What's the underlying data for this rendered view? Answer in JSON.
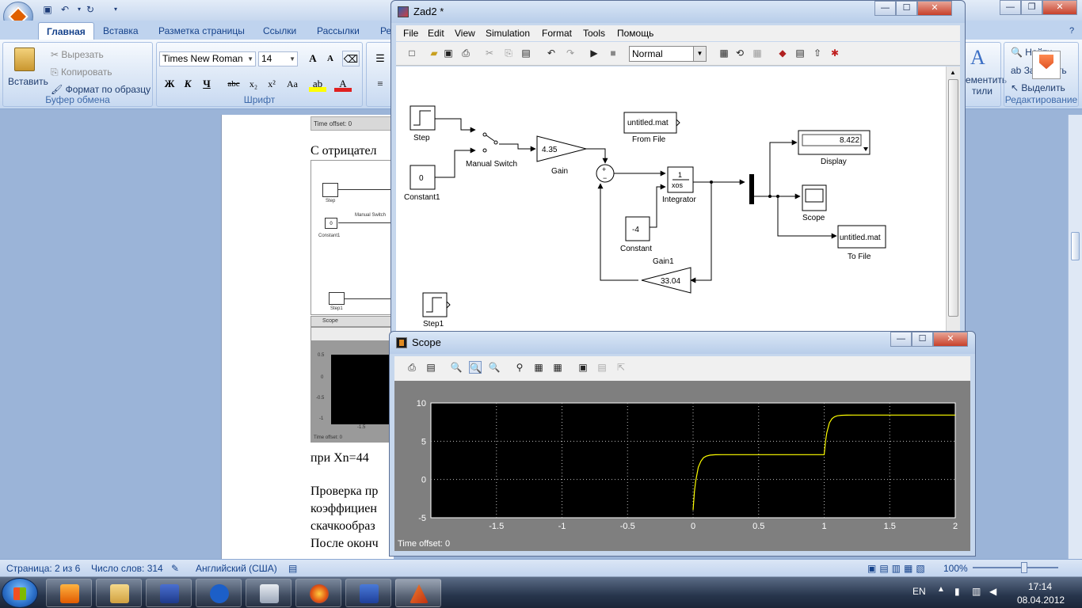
{
  "word": {
    "tabs": [
      "Главная",
      "Вставка",
      "Разметка страницы",
      "Ссылки",
      "Рассылки",
      "Ре"
    ],
    "clipboard": {
      "paste": "Вставить",
      "cut": "Вырезать",
      "copy": "Копировать",
      "format_painter": "Формат по образцу",
      "label": "Буфер обмена"
    },
    "font": {
      "family": "Times New Roman",
      "size": "14",
      "label": "Шрифт",
      "grow": "A",
      "shrink": "A",
      "bold": "Ж",
      "italic": "К",
      "underline": "Ч",
      "strike": "abc",
      "sub": "x₂",
      "sup": "x²",
      "case": "Aa"
    },
    "right": {
      "styles_a": "ементить",
      "styles_b": "тили",
      "find": "Найти",
      "replace": "Заменить",
      "select": "Выделить",
      "editing_label": "Редактирование"
    },
    "doc": {
      "timeoff_top": "Time offset:   0",
      "line1": "С отрицател",
      "line2": "при Xn=44",
      "line3": "Проверка пр",
      "line4": "коэффициен",
      "line5": "скачкообраз",
      "line6": "После оконч",
      "embed_step": "Step",
      "embed_const": "0",
      "embed_const_lbl": "Constant1",
      "embed_manual": "Manual Switch",
      "embed_step1": "Step1",
      "embed_scope": "Scope",
      "embed_timeoff": "Time offset:  0",
      "embed_ticks": [
        "0.5",
        "0",
        "-0.5",
        "-1",
        "-1.5"
      ]
    },
    "status": {
      "page": "Страница: 2 из 6",
      "words": "Число слов: 314",
      "lang": "Английский (США)",
      "zoom": "100%"
    }
  },
  "simulink": {
    "title": "Zad2 *",
    "menu": [
      "File",
      "Edit",
      "View",
      "Simulation",
      "Format",
      "Tools",
      "Помощь"
    ],
    "sim_mode": "Normal",
    "blocks": {
      "step": "Step",
      "constant1_value": "0",
      "constant1": "Constant1",
      "manual_switch": "Manual Switch",
      "gain_value": "4.35",
      "gain": "Gain",
      "from_file_value": "untitled.mat",
      "from_file": "From File",
      "integrator_num": "1",
      "integrator_den": "xos",
      "integrator": "Integrator",
      "constant_value": "-4",
      "constant": "Constant",
      "gain1_value": "33.04",
      "gain1": "Gain1",
      "display_value": "8.422",
      "display": "Display",
      "scope": "Scope",
      "to_file_value": "untitled.mat",
      "to_file": "To File",
      "step1": "Step1"
    }
  },
  "scope": {
    "title": "Scope",
    "time_offset_label": "Time offset:",
    "time_offset_value": "0"
  },
  "chart_data": {
    "type": "line",
    "title": "",
    "xlabel": "",
    "ylabel": "",
    "xlim": [
      -2,
      2
    ],
    "ylim": [
      -5,
      10
    ],
    "x_ticks": [
      -1.5,
      -1,
      -0.5,
      0,
      0.5,
      1,
      1.5,
      2
    ],
    "y_ticks": [
      10,
      5,
      0,
      -5
    ],
    "grid": true,
    "background": "#000000",
    "line_color": "#ffff00",
    "series": [
      {
        "x": [
          0,
          0.01,
          0.02,
          0.04,
          0.06,
          0.08,
          0.1,
          0.13,
          0.17,
          0.22,
          0.3,
          0.5,
          0.8,
          1.0,
          1.01,
          1.02,
          1.04,
          1.06,
          1.08,
          1.1,
          1.13,
          1.17,
          1.22,
          1.3,
          1.5,
          2.0
        ],
        "y": [
          -4,
          -1.6,
          -0.2,
          1.6,
          2.4,
          2.85,
          3.05,
          3.18,
          3.23,
          3.25,
          3.25,
          3.25,
          3.25,
          3.25,
          5.0,
          6.1,
          7.4,
          7.95,
          8.2,
          8.32,
          8.39,
          8.41,
          8.42,
          8.42,
          8.42,
          8.42
        ]
      }
    ]
  },
  "taskbar": {
    "lang": "EN",
    "time": "17:14",
    "date": "08.04.2012"
  }
}
